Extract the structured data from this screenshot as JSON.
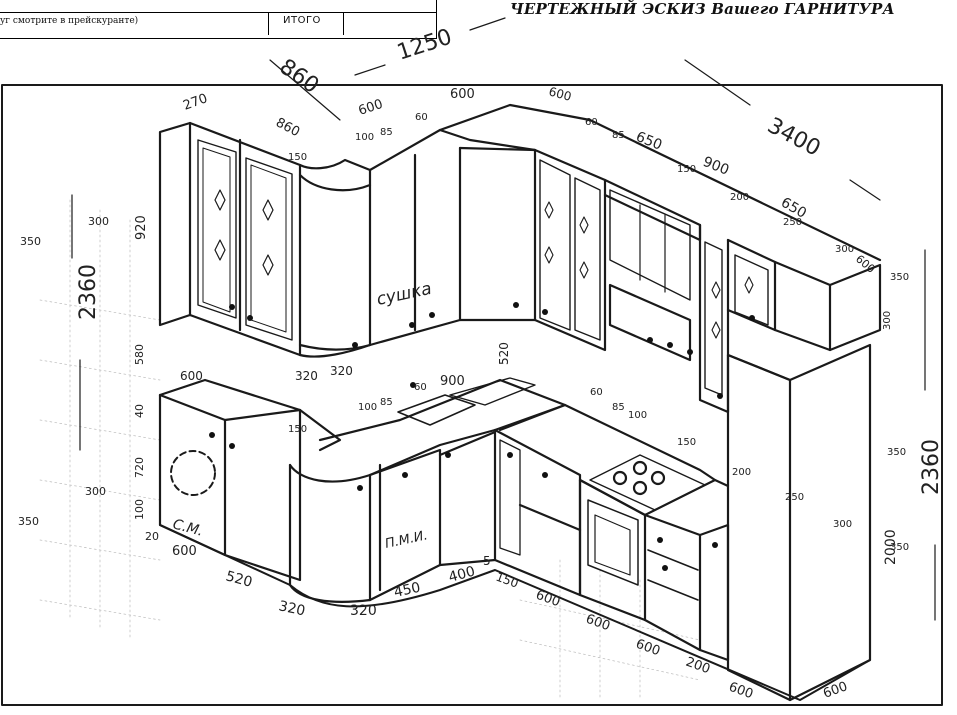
{
  "header": {
    "note": "уг смотрите в прейскуранте)",
    "total_label": "ИТОГО"
  },
  "title": "ЧЕРТЕЖНЫЙ ЭСКИЗ Вашего ГАРНИТУРА",
  "dimensions": {
    "top_1250": "1250",
    "top_860": "860",
    "top_3400": "3400",
    "height_left_2360": "2360",
    "height_right_2360": "2360",
    "d270": "270",
    "d860b": "860",
    "d600a": "600",
    "d60a": "60",
    "d600b": "600",
    "d600c": "600",
    "d100a": "100",
    "d85a": "85",
    "d60b": "60",
    "d85b": "85",
    "d650a": "650",
    "d150a": "150",
    "d900a": "900",
    "d150b": "150",
    "d200a": "200",
    "d650b": "650",
    "d250a": "250",
    "d300a": "300",
    "d350a": "350",
    "d300b": "300",
    "d920": "920",
    "d350b": "350",
    "d300c": "300",
    "d580": "580",
    "d40": "40",
    "d720": "720",
    "d100b": "100",
    "d300d": "300",
    "d350c": "350",
    "d600d": "600",
    "d320a": "320",
    "d320b": "320",
    "d100c": "100",
    "d85c": "85",
    "d60c": "60",
    "d900b": "900",
    "d520a": "520",
    "d150c": "150",
    "d60d": "60",
    "d85d": "85",
    "d100d": "100",
    "d150d": "150",
    "d200b": "200",
    "d250b": "250",
    "d300e": "300",
    "d350d": "350",
    "d2000": "2000",
    "d350e": "350",
    "d20": "20",
    "d600e": "600",
    "d520b": "520",
    "d320c": "320",
    "d320d": "320",
    "d450": "450",
    "d400": "400",
    "d5": "5",
    "d150e": "150",
    "d600f": "600",
    "d600g": "600",
    "d600h": "600",
    "d200c": "200",
    "d600i": "600",
    "d600j": "600",
    "d600k": "600"
  },
  "labels": {
    "dryer": "сушка",
    "sink_label": "С.М.",
    "dishwasher": "П.М.И."
  }
}
